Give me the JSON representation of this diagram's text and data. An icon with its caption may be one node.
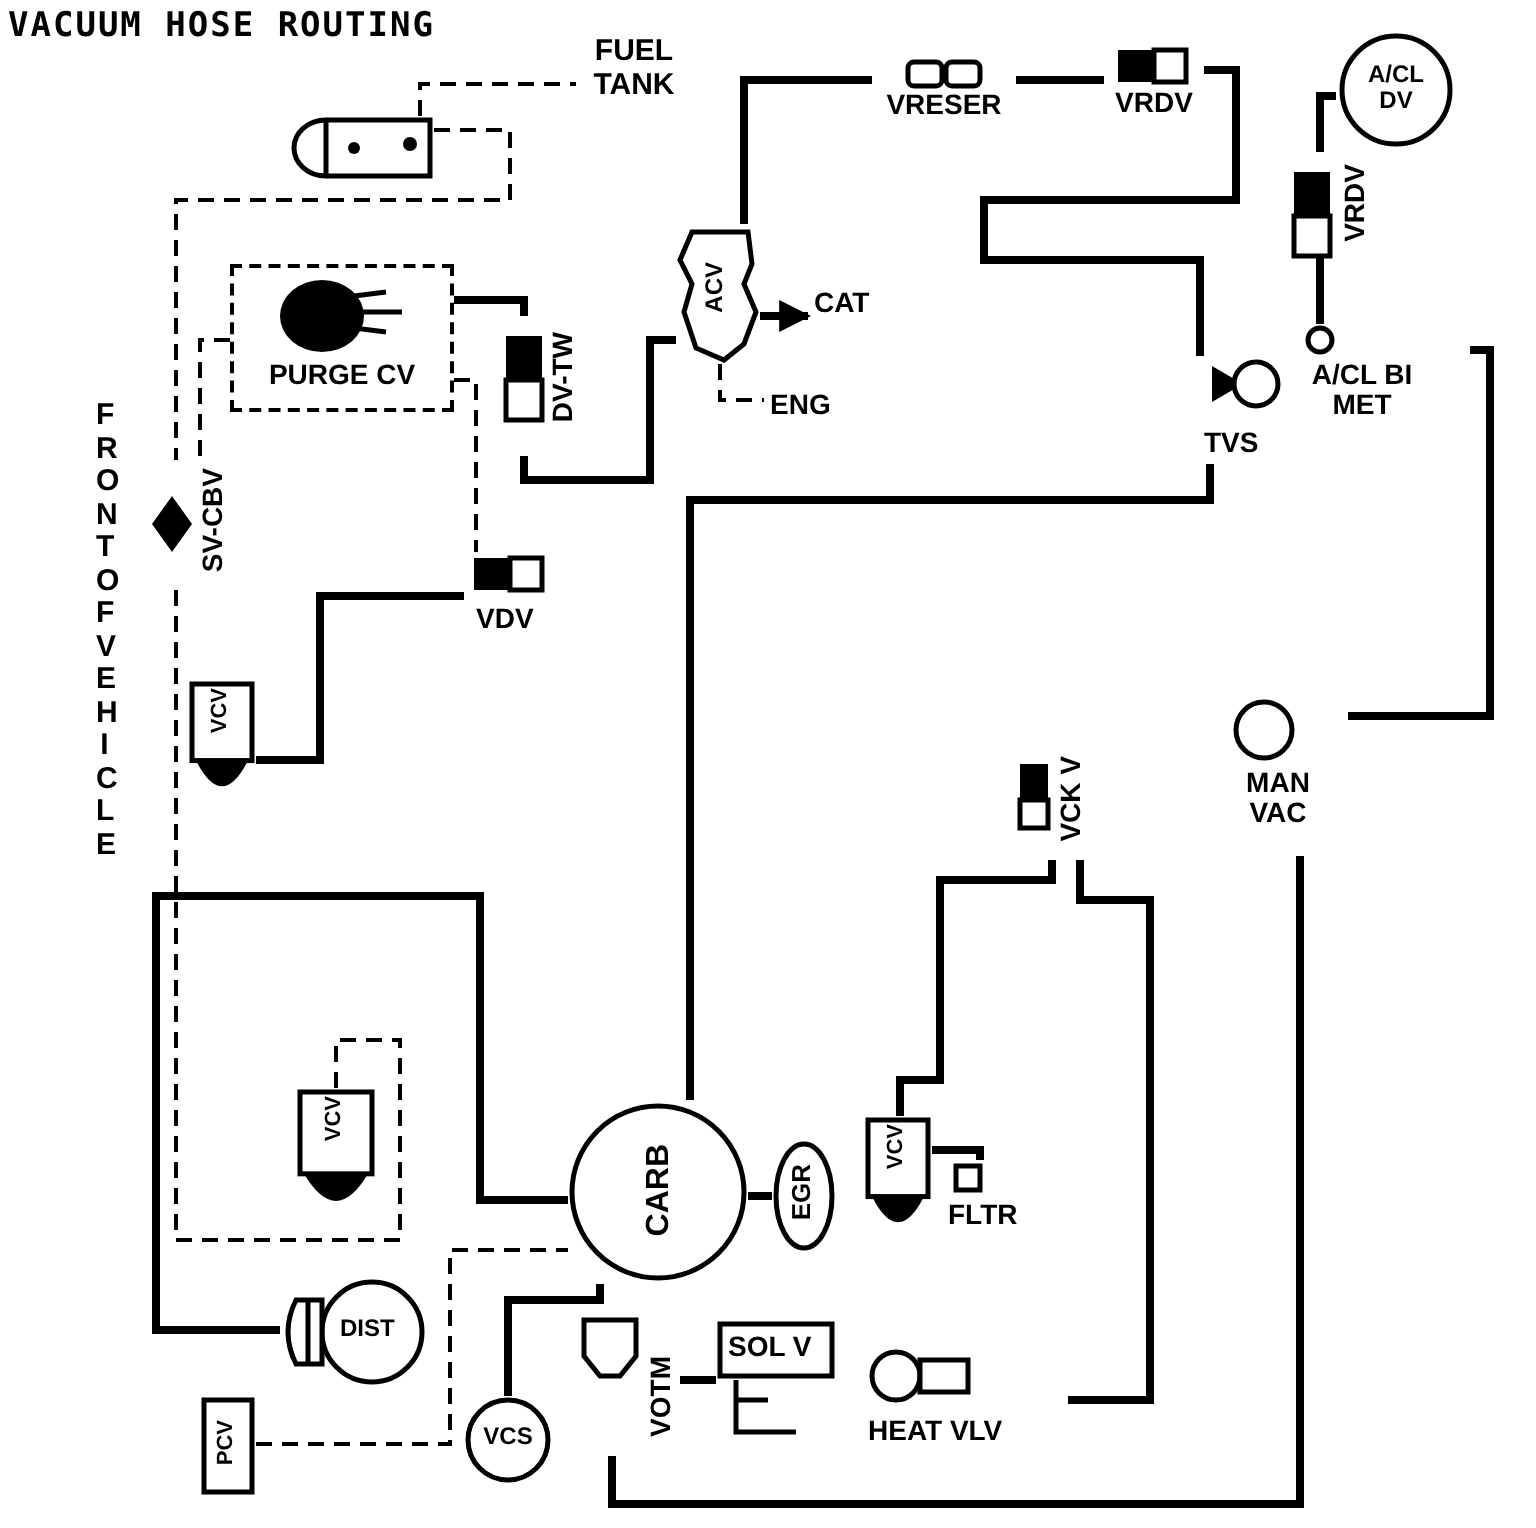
{
  "diagram": {
    "title": "VACUUM HOSE ROUTING",
    "nodes": [
      {
        "text": [
          "FUEL TANK"
        ]
      },
      {
        "text": [],
        "shape": "cylinder"
      },
      {
        "text": [
          "PURGE CV"
        ]
      },
      {
        "text": [
          "DV-TW"
        ]
      },
      {
        "text": [
          "ACV"
        ]
      },
      {
        "text": [
          "CAT"
        ]
      },
      {
        "text": [
          "ENG"
        ]
      },
      {
        "text": [
          "VRESER"
        ]
      },
      {
        "text": [
          "VRDV"
        ]
      },
      {
        "text": [
          "A/CL DV"
        ]
      },
      {
        "text": [
          "VRDV"
        ]
      },
      {
        "text": [
          "A/CL BI MET"
        ]
      },
      {
        "text": [
          "TVS"
        ]
      },
      {
        "text": [
          "SV-CBV"
        ]
      },
      {
        "text": [
          "VDV"
        ]
      },
      {
        "text": [
          "VCV"
        ]
      },
      {
        "text": [
          "VCK V"
        ]
      },
      {
        "text": [
          "MAN VAC"
        ]
      },
      {
        "text": [
          "VCV"
        ]
      },
      {
        "text": [
          "CARB"
        ]
      },
      {
        "text": [
          "EGR"
        ]
      },
      {
        "text": [
          "VCV"
        ]
      },
      {
        "text": [
          "FLTR"
        ]
      },
      {
        "text": [
          "DIST"
        ]
      },
      {
        "text": [
          "PCV"
        ]
      },
      {
        "text": [
          "VCS"
        ]
      },
      {
        "text": [
          "VOTM"
        ]
      },
      {
        "text": [
          "SOL V"
        ]
      },
      {
        "text": [
          "HEAT VLV"
        ]
      }
    ],
    "edges": [
      {
        "from": 1,
        "to": 0,
        "arrow": "none",
        "style": "dashed"
      },
      {
        "from": 1,
        "to": 13,
        "arrow": "none",
        "style": "dashed"
      },
      {
        "from": 2,
        "to": 13,
        "arrow": "none",
        "style": "dashed"
      },
      {
        "from": 2,
        "to": 3,
        "arrow": "none"
      },
      {
        "from": 2,
        "to": 14,
        "arrow": "none",
        "style": "dashed"
      },
      {
        "from": 13,
        "to": 18,
        "arrow": "none",
        "style": "dashed"
      },
      {
        "from": 4,
        "to": 7,
        "arrow": "none"
      },
      {
        "from": 7,
        "to": 8,
        "arrow": "none"
      },
      {
        "from": 8,
        "to": 12,
        "arrow": "none"
      },
      {
        "from": 4,
        "to": 5,
        "arrow": "to"
      },
      {
        "from": 4,
        "to": 6,
        "arrow": "none",
        "style": "dashed"
      },
      {
        "from": 9,
        "to": 10,
        "arrow": "none"
      },
      {
        "from": 10,
        "to": 11,
        "arrow": "none"
      },
      {
        "from": 11,
        "to": 17,
        "arrow": "none"
      },
      {
        "from": 3,
        "to": 4,
        "arrow": "none"
      },
      {
        "from": 14,
        "to": 15,
        "arrow": "none"
      },
      {
        "from": 12,
        "to": 19,
        "arrow": "none"
      },
      {
        "from": 16,
        "to": 21,
        "arrow": "none"
      },
      {
        "from": 17,
        "to": 26,
        "arrow": "none"
      },
      {
        "from": 21,
        "to": 22,
        "arrow": "none"
      },
      {
        "from": 19,
        "to": 20,
        "arrow": "none"
      },
      {
        "from": 23,
        "to": 19,
        "arrow": "none"
      },
      {
        "from": 24,
        "to": 19,
        "arrow": "none",
        "style": "dashed"
      },
      {
        "from": 25,
        "to": 19,
        "arrow": "none"
      },
      {
        "from": 28,
        "to": 16,
        "arrow": "none"
      },
      {
        "from": 27,
        "to": 26,
        "arrow": "none"
      }
    ],
    "labels": [
      "FRONT OF VEHICLE"
    ]
  }
}
